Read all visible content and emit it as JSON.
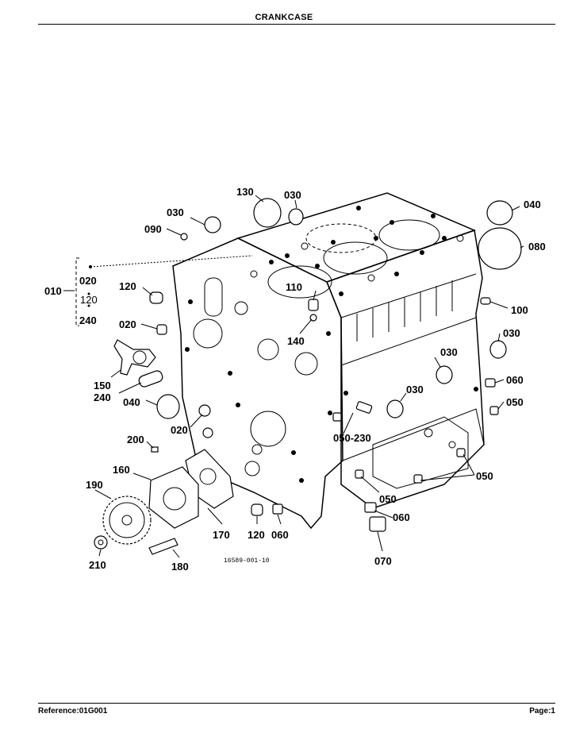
{
  "header": {
    "title": "CRANKCASE"
  },
  "footer": {
    "reference": "Reference:01G001",
    "page": "Page:1"
  },
  "figure": {
    "drawing_number": "16589-001-10",
    "callouts": {
      "p130": "130",
      "p030a": "030",
      "p040a": "040",
      "p030b": "030",
      "p090": "090",
      "p080": "080",
      "p010": "010",
      "p020a": "020",
      "p120a": "120",
      "p240a": "240",
      "p120b": "120",
      "p110": "110",
      "p100": "100",
      "p020b": "020",
      "p140": "140",
      "p030c": "030",
      "p030d": "030",
      "p150": "150",
      "p060a": "060",
      "p240b": "240",
      "p030e": "030",
      "p040b": "040",
      "p050a": "050",
      "p020c": "020",
      "p050_230": "050-230",
      "p200": "200",
      "p160": "160",
      "p050b": "050",
      "p190": "190",
      "p050c": "050",
      "p060b": "060",
      "p170": "170",
      "p120c": "120",
      "p060c": "060",
      "p210": "210",
      "p180": "180",
      "p070": "070"
    }
  }
}
